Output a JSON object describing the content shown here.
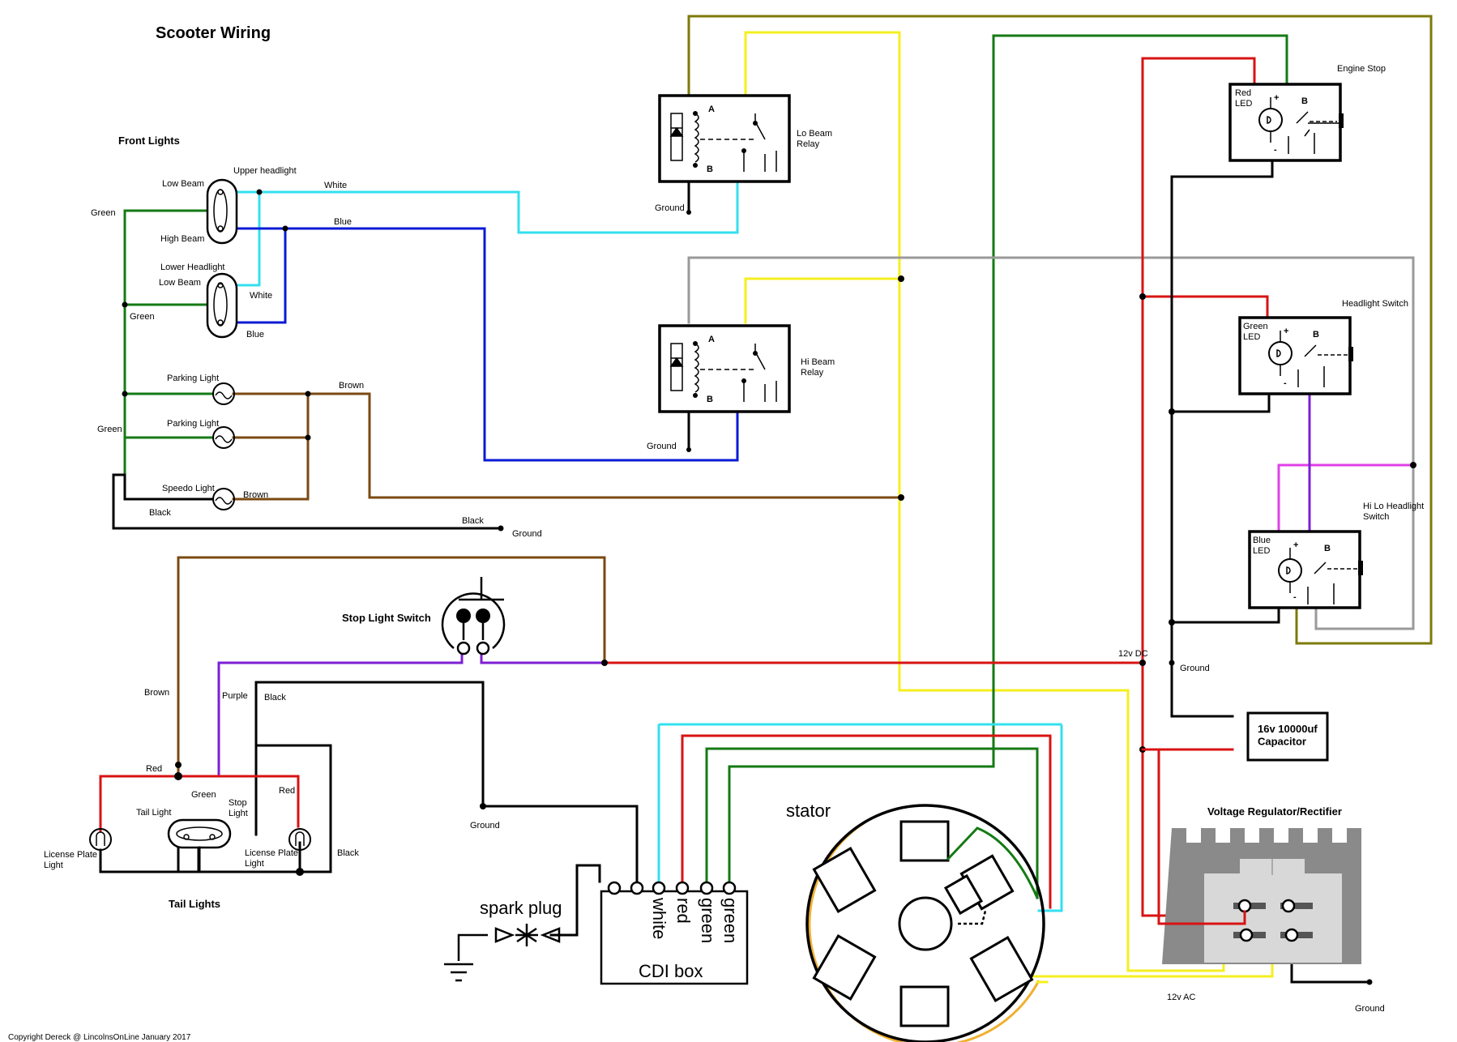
{
  "title": "Scooter Wiring",
  "copyright": "Copyright Dereck @ LincolnsOnLine January 2017",
  "colors": {
    "green": "#147a14",
    "white_wire": "#33e0ef",
    "blue": "#0a1ad6",
    "yellow": "#f5ef1f",
    "olive": "#7d7a08",
    "gray": "#9a9a9a",
    "red": "#d81313",
    "brown": "#7a4a12",
    "purple": "#7d1fd3",
    "magenta": "#e040e8",
    "black": "#000000"
  },
  "front_lights": {
    "title": "Front Lights",
    "upper_headlight": "Upper headlight",
    "low_beam_1": "Low Beam",
    "high_beam": "High Beam",
    "lower_headlight": "Lower Headlight",
    "low_beam_2": "Low Beam",
    "parking_light_1": "Parking Light",
    "parking_light_2": "Parking Light",
    "speedo_light": "Speedo Light"
  },
  "wires": {
    "white_1": "White",
    "white_2": "White",
    "blue_1": "Blue",
    "blue_2": "Blue",
    "green_1": "Green",
    "green_2": "Green",
    "green_3": "Green",
    "green_4": "Green",
    "brown_1": "Brown",
    "brown_2": "Brown",
    "brown_3": "Brown",
    "black_1": "Black",
    "black_2": "Black",
    "black_3": "Black",
    "black_4": "Black",
    "purple": "Purple",
    "red_1": "Red",
    "red_2": "Red",
    "ground_1": "Ground",
    "ground_2": "Ground",
    "ground_3": "Ground",
    "ground_4": "Ground",
    "ground_5": "Ground",
    "ground_6": "Ground",
    "v12dc": "12v DC",
    "v12ac": "12v AC"
  },
  "relays": {
    "lo_beam": "Lo Beam\nRelay",
    "hi_beam": "Hi Beam\nRelay",
    "terminal_a": "A",
    "terminal_b": "B"
  },
  "switches": {
    "engine_stop": "Engine Stop",
    "engine_led": "Red\nLED",
    "headlight_switch": "Headlight Switch",
    "headlight_led": "Green\nLED",
    "hilo_switch": "Hi Lo Headlight\nSwitch",
    "hilo_led": "Blue\nLED",
    "plus": "+",
    "minus": "-",
    "b": "B"
  },
  "stop_light_switch": "Stop Light Switch",
  "tail_lights": {
    "title": "Tail Lights",
    "tail_light": "Tail Light",
    "stop_light": "Stop\nLight",
    "license_left": "License Plate\nLight",
    "license_right": "License Plate\nLight"
  },
  "capacitor": "16v 10000uf\nCapacitor",
  "regulator": "Voltage Regulator/Rectifier",
  "stator": "stator",
  "spark_plug": "spark plug",
  "cdi": {
    "label": "CDI box",
    "white": "white",
    "red": "red",
    "green_1": "green",
    "green_2": "green"
  }
}
